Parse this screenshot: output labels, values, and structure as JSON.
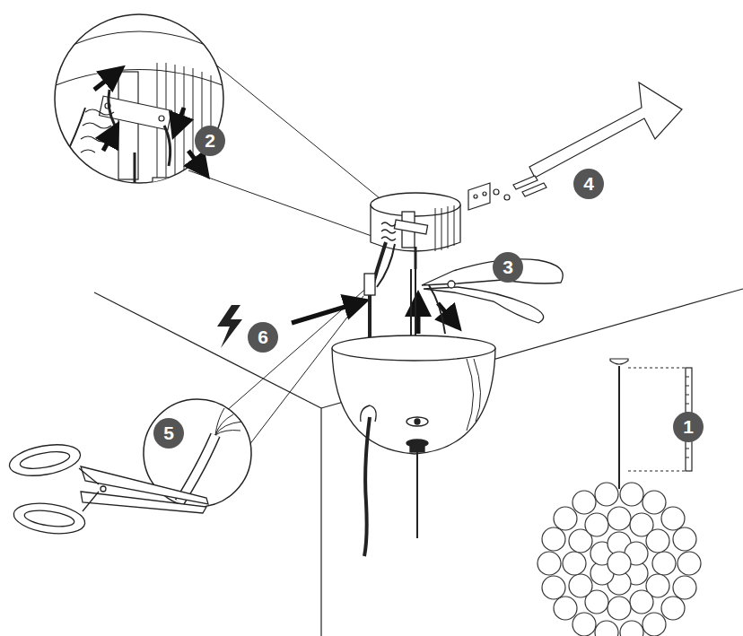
{
  "diagram": {
    "labels": [
      "2",
      "4",
      "3",
      "6",
      "5",
      "1"
    ]
  }
}
